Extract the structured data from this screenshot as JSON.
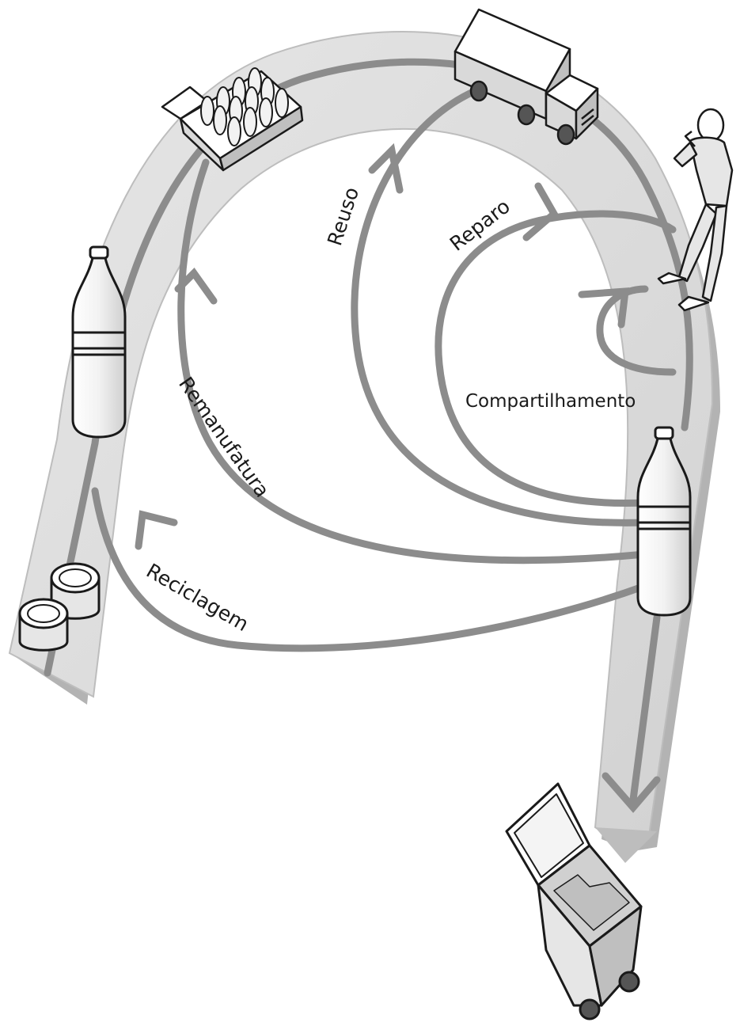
{
  "diagram": {
    "labels": {
      "reuse": "Reuso",
      "repair": "Reparo",
      "sharing": "Compartilhamento",
      "remanufacture": "Remanufatura",
      "recycling": "Reciclagem"
    },
    "colors": {
      "track_fill": "#dcdcdc",
      "track_side": "#a8a8a8",
      "loop_stroke": "#8c8c8c",
      "outline": "#1a1a1a",
      "background": "#ffffff"
    },
    "icons": [
      "crate-of-bottles-icon",
      "delivery-truck-icon",
      "person-drinking-icon",
      "plastic-bottle-icon",
      "plastic-bottle-icon",
      "recycled-rolls-icon",
      "waste-bin-icon"
    ]
  }
}
